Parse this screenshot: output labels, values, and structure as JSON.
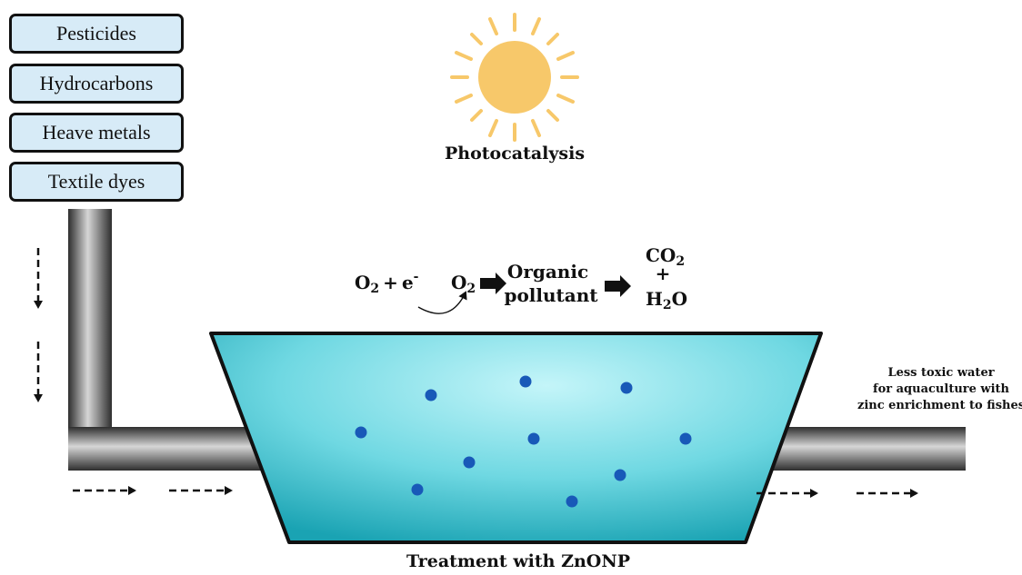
{
  "pollutants": [
    "Pesticides",
    "Hydrocarbons",
    "Heave metals",
    "Textile dyes"
  ],
  "photocatalysis_label": "Photocatalysis",
  "reaction": {
    "o2": "O",
    "sub2": "2",
    "plus": "+",
    "electron": "e",
    "minus": "-",
    "organic": "Organic",
    "pollutant": "pollutant",
    "co": "CO",
    "h": "H",
    "o": "O"
  },
  "outflow_lines": [
    "Less toxic water",
    "for aquaculture with",
    "zinc enrichment to fishes"
  ],
  "treatment_label": "Treatment with ZnONP",
  "colors": {
    "box_fill": "#d7ebf7",
    "sun": "#f7c86a",
    "water_light": "#bdf3f8",
    "water_dark": "#1aa8b6",
    "particle": "#1859b8",
    "pipe_dark": "#3a3a3a",
    "pipe_light": "#d6d6d6"
  }
}
